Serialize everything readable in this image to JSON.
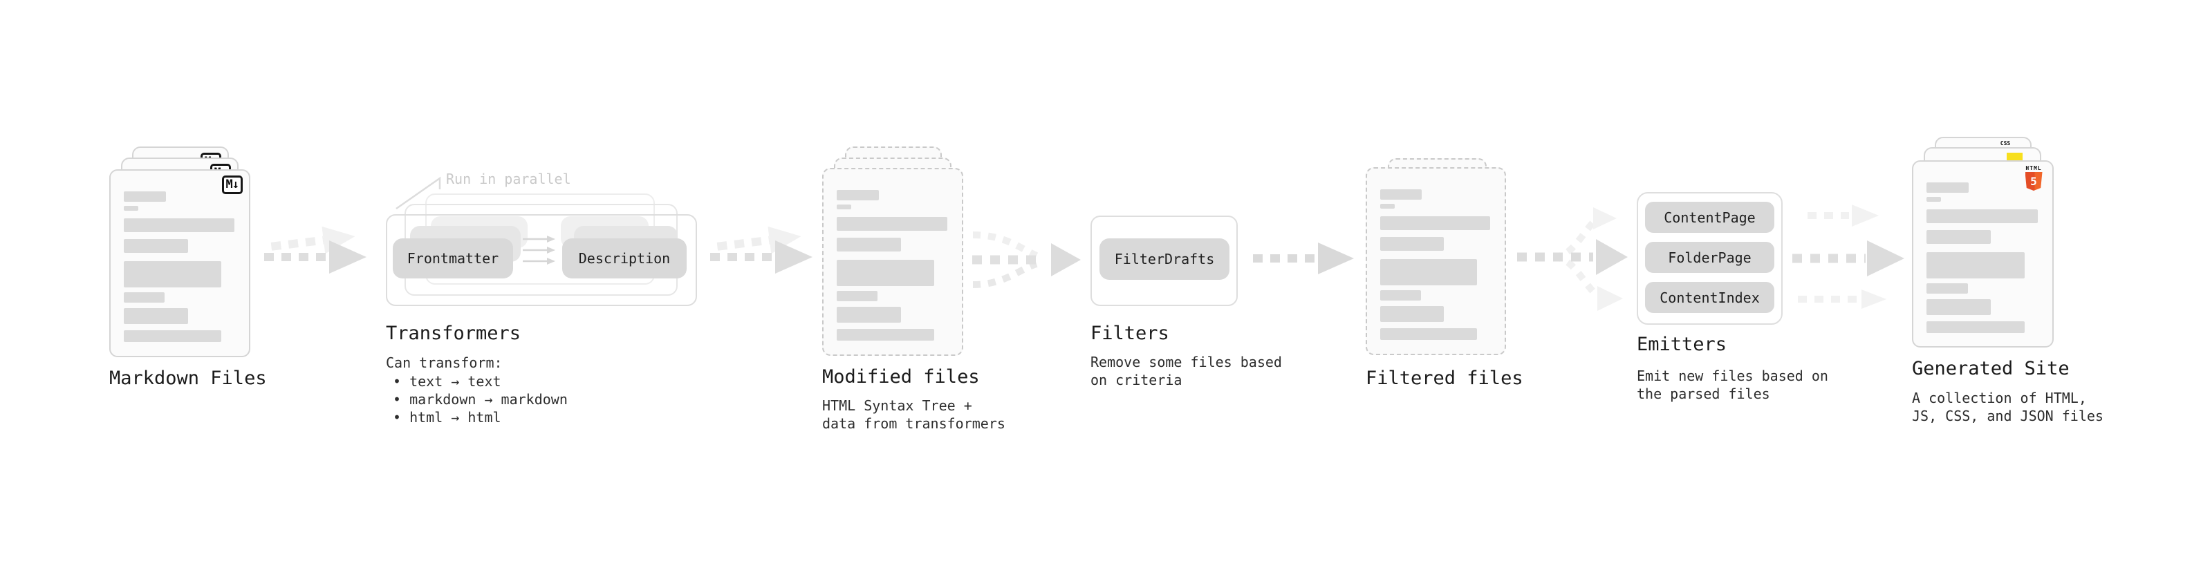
{
  "stages": {
    "markdown": {
      "title": "Markdown Files"
    },
    "transformers": {
      "note": "Run in parallel",
      "pill_left": "Frontmatter",
      "pill_right": "Description",
      "title": "Transformers",
      "desc_heading": "Can transform:",
      "bullets": [
        "• text → text",
        "• markdown → markdown",
        "• html → html"
      ]
    },
    "modified": {
      "title": "Modified files",
      "desc": [
        "HTML Syntax Tree +",
        "data from transformers"
      ]
    },
    "filters": {
      "title": "Filters",
      "pill": "FilterDrafts",
      "desc": [
        "Remove some files based",
        "on criteria"
      ]
    },
    "filtered": {
      "title": "Filtered files"
    },
    "emitters": {
      "title": "Emitters",
      "pills": [
        "ContentPage",
        "FolderPage",
        "ContentIndex"
      ],
      "desc": [
        "Emit new files based on",
        "the parsed files"
      ]
    },
    "generated": {
      "title": "Generated Site",
      "desc": [
        "A collection of HTML,",
        "JS, CSS, and JSON files"
      ]
    }
  },
  "badges": {
    "markdown": "M↓",
    "html5_label": "HTML",
    "html5_number": "5",
    "css": "CSS"
  },
  "colors": {
    "html5_orange": "#e44d26",
    "js_yellow": "#f7df1e",
    "css_blue": "#2965f1",
    "pill_gray": "#d9d9d9",
    "note_gray": "#c9c9c9"
  }
}
